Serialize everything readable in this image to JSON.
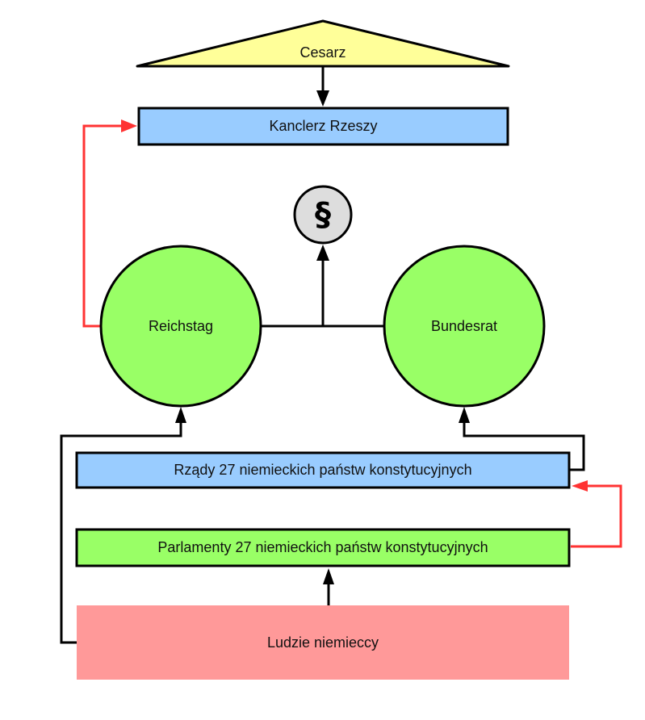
{
  "diagram": {
    "nodes": {
      "emperor": {
        "label": "Cesarz",
        "shape": "triangle",
        "fill": "#ffff99"
      },
      "chancellor": {
        "label": "Kanclerz Rzeszy",
        "shape": "rectangle",
        "fill": "#99ccff"
      },
      "constitution": {
        "label": "§",
        "shape": "circle",
        "fill": "#dddddd"
      },
      "reichstag": {
        "label": "Reichstag",
        "shape": "circle",
        "fill": "#99ff66"
      },
      "bundesrat": {
        "label": "Bundesrat",
        "shape": "circle",
        "fill": "#99ff66"
      },
      "state_governments": {
        "label": "Rządy 27 niemieckich państw konstytucyjnych",
        "shape": "rectangle",
        "fill": "#99ccff"
      },
      "state_parliaments": {
        "label": "Parlamenty 27 niemieckich państw konstytucyjnych",
        "shape": "rectangle",
        "fill": "#99ff66"
      },
      "people": {
        "label": "Ludzie niemieccy",
        "shape": "rectangle",
        "fill": "#ff9999"
      }
    },
    "edges": [
      {
        "from": "emperor",
        "to": "chancellor",
        "color": "#000000"
      },
      {
        "from": "reichstag",
        "to": "chancellor",
        "color": "#ff3333"
      },
      {
        "from": "reichstag",
        "to": "constitution",
        "color": "#000000",
        "joint_with": "bundesrat"
      },
      {
        "from": "people",
        "to": "reichstag",
        "color": "#000000"
      },
      {
        "from": "state_governments",
        "to": "bundesrat",
        "color": "#000000"
      },
      {
        "from": "state_parliaments",
        "to": "state_governments",
        "color": "#ff3333"
      },
      {
        "from": "people",
        "to": "state_parliaments",
        "color": "#000000"
      }
    ],
    "colors": {
      "line": "#000000",
      "accent_line": "#ff3333"
    }
  }
}
